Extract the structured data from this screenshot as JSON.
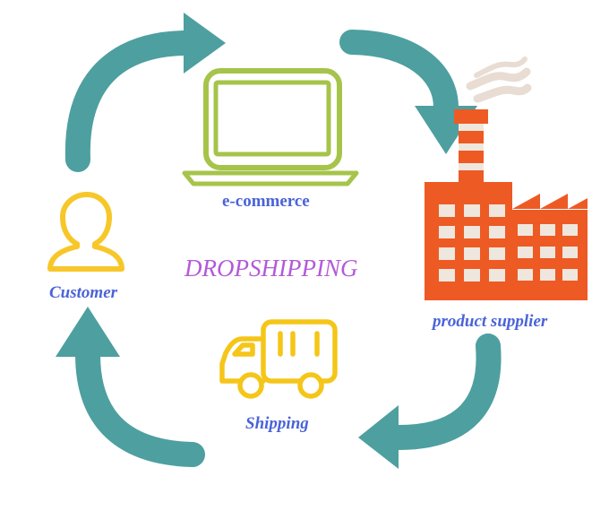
{
  "title": "DROPSHIPPING",
  "labels": {
    "ecommerce": "e-commerce",
    "customer": "Customer",
    "supplier": "product supplier",
    "shipping": "Shipping"
  },
  "colors": {
    "arrow": "#4e9fa0",
    "laptop": "#a6c44a",
    "label_blue": "#4a63d8",
    "title": "#b35ad8",
    "customer_icon": "#f7c72a",
    "truck": "#f5c518",
    "factory": "#ee5a24",
    "factory_window": "#efe7dd",
    "smoke": "#e8dcd3"
  },
  "icons": [
    "laptop-icon",
    "factory-icon",
    "truck-icon",
    "person-icon"
  ]
}
